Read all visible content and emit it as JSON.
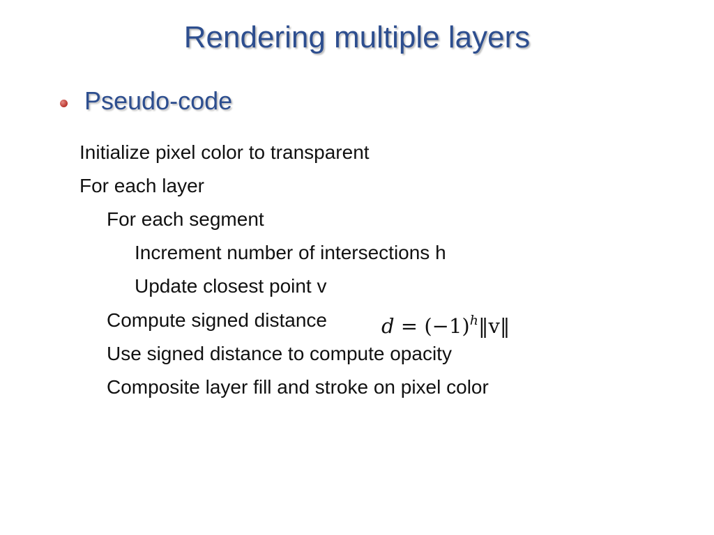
{
  "title": "Rendering multiple layers",
  "bullet": {
    "label": "Pseudo-code"
  },
  "pseudocode": [
    "Initialize pixel color to transparent",
    "For each layer",
    "For each segment",
    "Increment number of intersections h",
    "Update closest point v",
    "Compute signed distance",
    "Use signed distance to compute opacity",
    "Composite layer fill and stroke on pixel color"
  ],
  "formula": {
    "lhs": "d",
    "equals": "=",
    "base": "(−1)",
    "exponent": "h",
    "norm": "‖v‖"
  },
  "colors": {
    "title": "#2d4e8f",
    "bullet_dot": "#b8332b",
    "body_text": "#111111"
  }
}
